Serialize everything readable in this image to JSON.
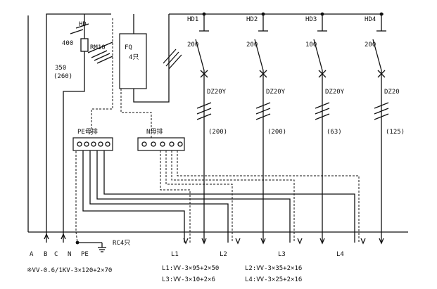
{
  "breakers": [
    {
      "name": "HD1",
      "rating": "200",
      "model": "DZ20Y",
      "setting": "(200)"
    },
    {
      "name": "HD2",
      "rating": "200",
      "model": "DZ20Y",
      "setting": "(200)"
    },
    {
      "name": "HD3",
      "rating": "100",
      "model": "DZ20Y",
      "setting": "(63)"
    },
    {
      "name": "HD4",
      "rating": "200",
      "model": "DZ20",
      "setting": "(125)"
    }
  ],
  "main_switch": {
    "name": "HD",
    "rating": "400",
    "fuse": "RM10",
    "fuse_rating": "350",
    "fuse_setting": "(260)"
  },
  "fq_box": {
    "line1": "FQ",
    "line2": "4只"
  },
  "pe_bar_label": "PE母排",
  "n_bar_label": "N母排",
  "rc_label": "RC4只",
  "phase_labels": [
    "A",
    "B",
    "C",
    "N",
    "PE"
  ],
  "load_labels": [
    "L1",
    "L2",
    "L3",
    "L4"
  ],
  "feeder_cable": "※VV-0.6/1KV-3×120+2×70",
  "cables": [
    "L1:VV-3×95+2×50",
    "L2:VV-3×35+2×16",
    "L3:VV-3×10+2×6",
    "L4:VV-3×25+2×16"
  ]
}
